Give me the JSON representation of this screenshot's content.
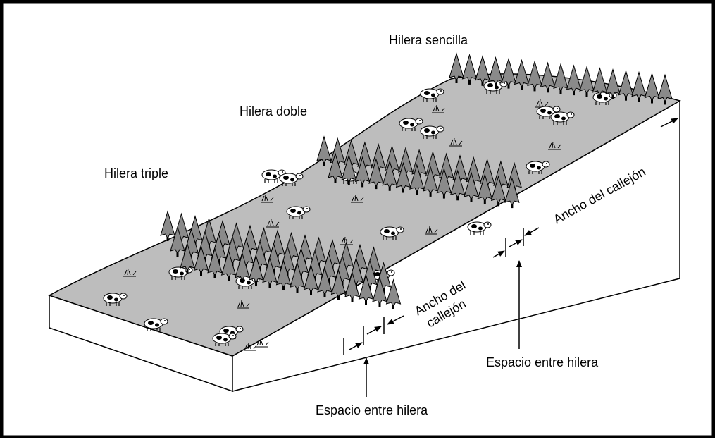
{
  "labels": {
    "single_row": "Hilera sencilla",
    "double_row": "Hilera doble",
    "triple_row": "Hilera triple",
    "alley_width_right": "Ancho del callejón",
    "alley_width_left_line1": "Ancho del",
    "alley_width_left_line2": "callejón",
    "row_spacing_right": "Espacio entre hilera",
    "row_spacing_left": "Espacio entre hilera"
  },
  "colors": {
    "frame": "#000000",
    "ground": "#bdbdbd",
    "slope_side": "#ffffff",
    "tree": "#8a8a8a",
    "cow_body": "#ffffff",
    "cow_spot": "#000000"
  },
  "icons": [
    "tree-icon",
    "cow-icon",
    "grass-icon",
    "arrow-icon"
  ]
}
